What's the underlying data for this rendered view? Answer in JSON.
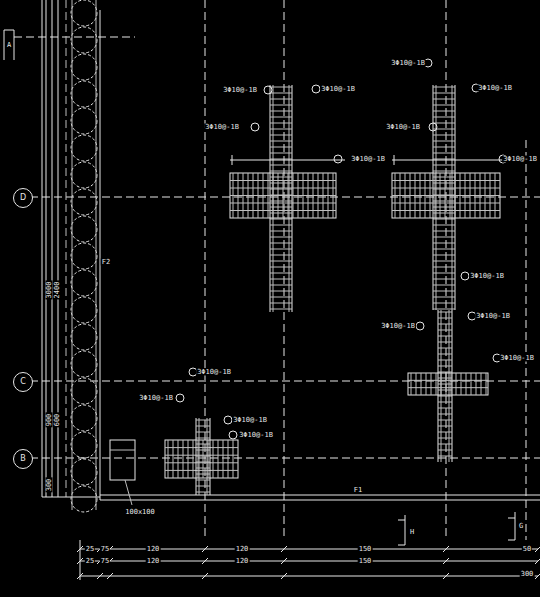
{
  "diagram": {
    "nodes": [
      {
        "text": [
          "D"
        ]
      },
      {
        "text": [
          "C"
        ]
      },
      {
        "text": [
          "B"
        ]
      }
    ],
    "labels": [
      "3Φ10@-1B",
      "3Φ10@-1B",
      "3Φ10@-1B",
      "3Φ10@-1B",
      "3Φ10@-1B",
      "3Φ10@-1B",
      "3Φ10@-1B",
      "3Φ10@-1B",
      "3Φ10@-1B",
      "3Φ10@-1B",
      "3Φ10@-1B",
      "3Φ10@-1B",
      "3Φ10@-1B",
      "3Φ10@-1B",
      "3Φ10@-1B",
      "3Φ10@-1B",
      "F1",
      "F2",
      "3000",
      "2400",
      "900",
      "600",
      "300",
      "A",
      "100x100",
      "H",
      "G",
      "25",
      "75",
      "120",
      "120",
      "150",
      "50",
      "25",
      "75",
      "120",
      "120",
      "150",
      "300"
    ]
  }
}
